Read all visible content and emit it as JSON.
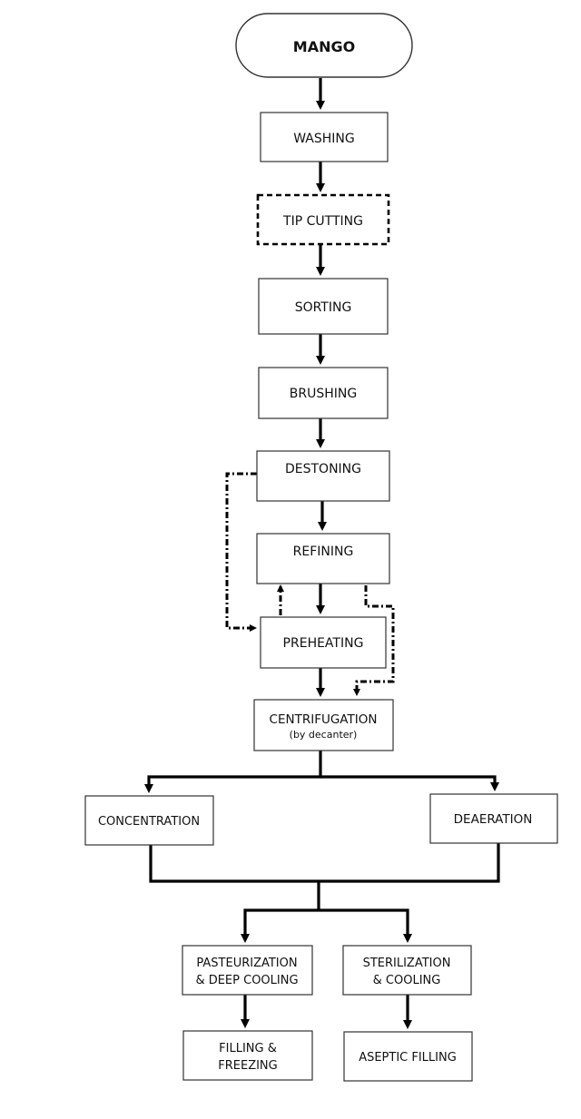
{
  "nodes": {
    "mango": "MANGO",
    "washing": "WASHING",
    "tip_cutting": "TIP CUTTING",
    "sorting": "SORTING",
    "brushing": "BRUSHING",
    "destoning": "DESTONING",
    "refining": "REFINING",
    "preheating": "PREHEATING",
    "centrifugation": "CENTRIFUGATION",
    "centrifugation_note": "(by decanter)",
    "concentration": "CONCENTRATION",
    "deaeration": "DEAERATION",
    "pasteurization_line1": "PASTEURIZATION",
    "pasteurization_line2": "& DEEP COOLING",
    "sterilization_line1": "STERILIZATION",
    "sterilization_line2": "& COOLING",
    "filling_freezing_line1": "FILLING &",
    "filling_freezing_line2": "FREEZING",
    "aseptic_filling": "ASEPTIC FILLING"
  },
  "colors": {
    "line": "#000000",
    "box_border": "#333333",
    "background": "#ffffff"
  }
}
